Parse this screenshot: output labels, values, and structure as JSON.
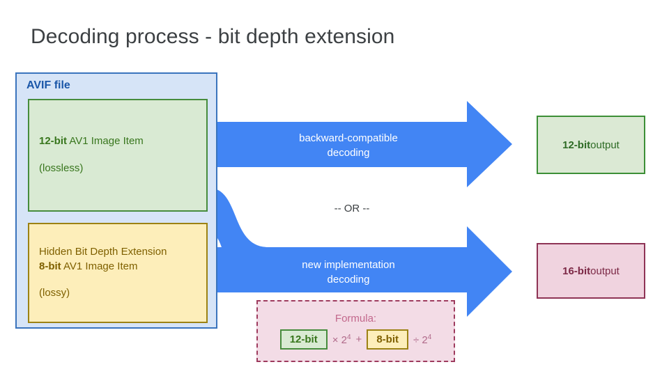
{
  "title": "Decoding process - bit depth extension",
  "avif": {
    "label": "AVIF file",
    "items": [
      {
        "name": "green-av1-image-item",
        "line1_bold": "12-bit",
        "line1_rest": " AV1 Image Item",
        "line2": "(lossless)"
      },
      {
        "name": "yellow-hidden-extension-item",
        "line0": "Hidden Bit Depth Extension",
        "line1_bold": "8-bit",
        "line1_rest": " AV1 Image Item",
        "line2": "(lossy)"
      }
    ]
  },
  "arrows": {
    "top_label_line1": "backward-compatible",
    "top_label_line2": "decoding",
    "bottom_label_line1": "new implementation",
    "bottom_label_line2": "decoding",
    "or_text": "-- OR --",
    "color": "#4285f4"
  },
  "outputs": [
    {
      "name": "output-12-bit",
      "bold": "12-bit",
      "rest": " output",
      "fill": "#dbe9d4",
      "border": "#3c8f36"
    },
    {
      "name": "output-16-bit",
      "bold": "16-bit",
      "rest": " output",
      "fill": "#f0d3df",
      "border": "#8e3355"
    }
  ],
  "formula": {
    "title": "Formula:",
    "chip_left": "12-bit",
    "op_multiply": "× 2",
    "op_multiply_exp": "4",
    "op_plus": "+",
    "chip_right": "8-bit",
    "op_divide": "÷ 2",
    "op_divide_exp": "4"
  }
}
